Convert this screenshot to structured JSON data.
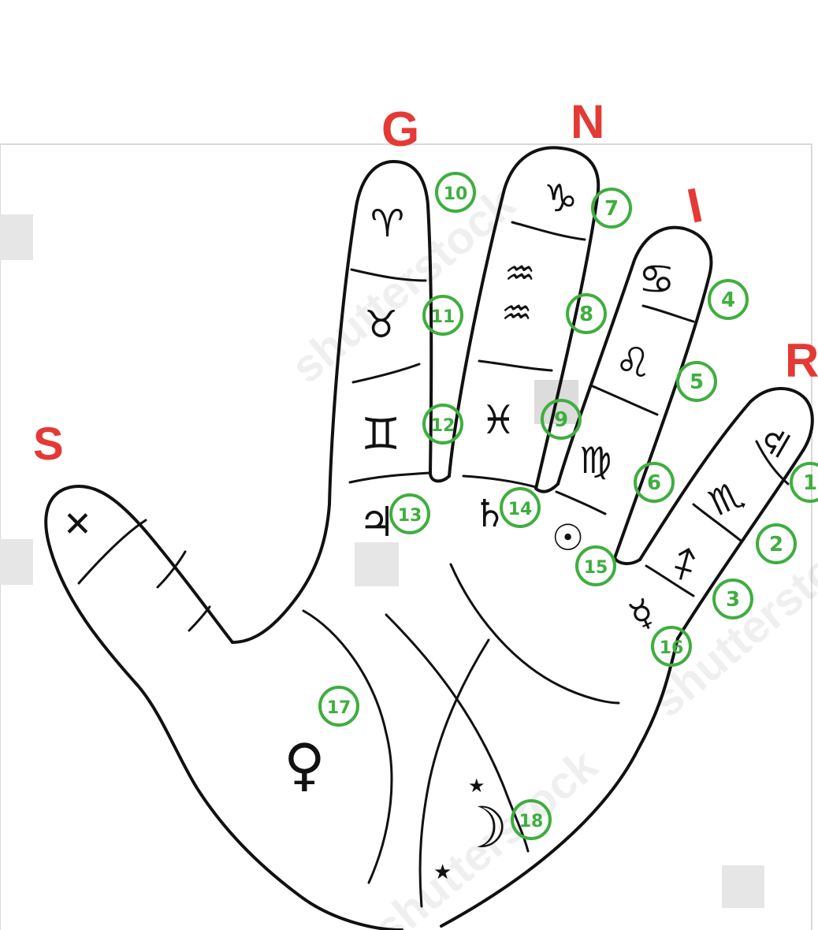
{
  "finger_letters": [
    {
      "id": "thumb",
      "text": "S",
      "color": "#e53935"
    },
    {
      "id": "index",
      "text": "G",
      "color": "#e53935"
    },
    {
      "id": "middle",
      "text": "N",
      "color": "#e53935"
    },
    {
      "id": "ring",
      "text": "I",
      "color": "#e53935"
    },
    {
      "id": "little",
      "text": "R",
      "color": "#e53935"
    }
  ],
  "badges": [
    "1",
    "2",
    "3",
    "4",
    "5",
    "6",
    "7",
    "8",
    "9",
    "10",
    "11",
    "12",
    "13",
    "14",
    "15",
    "16",
    "17",
    "18"
  ],
  "badge_color": "#3fae3f",
  "symbols": {
    "aries": "♈",
    "taurus": "♉",
    "gemini": "♊",
    "jupiter": "♃",
    "capricorn": "♑",
    "aquarius": "♒",
    "pisces": "♓",
    "saturn": "♄",
    "cancer": "♋",
    "leo": "♌",
    "virgo": "♍",
    "sun": "☉",
    "libra": "♎",
    "scorpio": "♏",
    "sagittarius": "♐",
    "mercury": "☿",
    "venus": "♀",
    "moon": "☽",
    "star": "★",
    "thumb_cross": "✕"
  },
  "watermark": "shutterstock"
}
